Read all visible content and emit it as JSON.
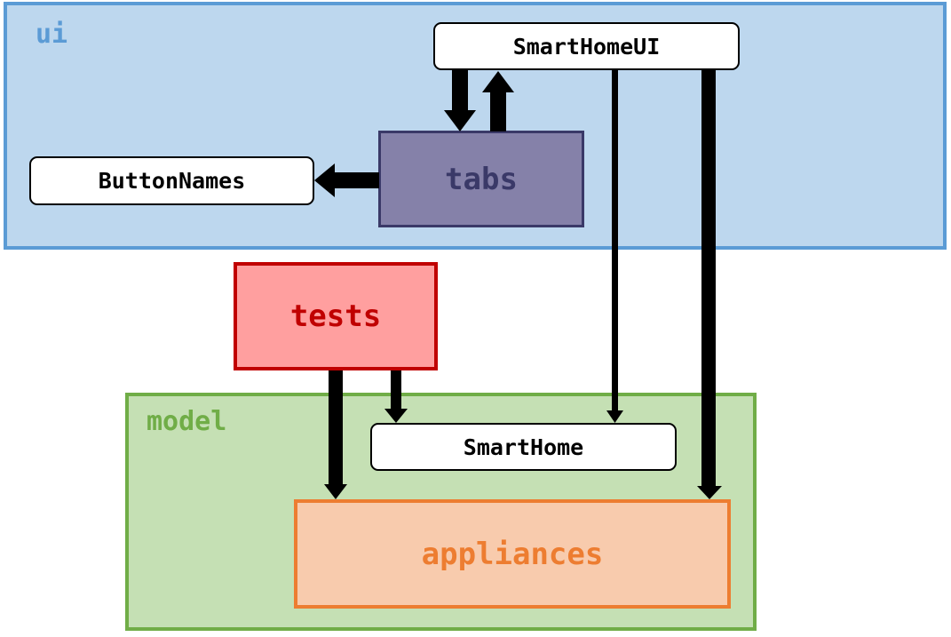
{
  "packages": {
    "ui": {
      "label": "ui",
      "border_color": "#5b9bd5",
      "fill_color": "#bdd7ee"
    },
    "model": {
      "label": "model",
      "border_color": "#70ad47",
      "fill_color": "#c5e0b4"
    }
  },
  "nodes": {
    "smarthomeui": {
      "label": "SmartHomeUI"
    },
    "buttonnames": {
      "label": "ButtonNames"
    },
    "smarthome": {
      "label": "SmartHome"
    },
    "tabs": {
      "label": "tabs",
      "fill_color": "#8581a9",
      "text_color": "#3a3968"
    },
    "tests": {
      "label": "tests",
      "fill_color": "#ff9f9f",
      "text_color": "#c00000"
    },
    "appliances": {
      "label": "appliances",
      "fill_color": "#f8cbad",
      "text_color": "#ed7d31"
    }
  },
  "edges": [
    {
      "from": "SmartHomeUI",
      "to": "tabs",
      "weight": "thick"
    },
    {
      "from": "tabs",
      "to": "SmartHomeUI",
      "weight": "thick"
    },
    {
      "from": "tabs",
      "to": "ButtonNames",
      "weight": "thick"
    },
    {
      "from": "SmartHomeUI",
      "to": "SmartHome",
      "weight": "thin"
    },
    {
      "from": "SmartHomeUI",
      "to": "appliances",
      "weight": "thick"
    },
    {
      "from": "tests",
      "to": "SmartHome",
      "weight": "medium"
    },
    {
      "from": "tests",
      "to": "appliances",
      "weight": "thick"
    }
  ]
}
